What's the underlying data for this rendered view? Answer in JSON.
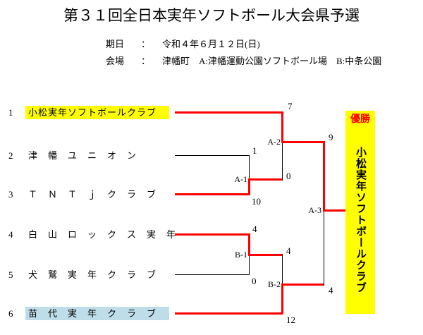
{
  "header": {
    "title": "第３１回全日本実年ソフトボール大会県予選",
    "date_label": "期日",
    "date_colon": "：",
    "date_value": "令和４年６月１２日(日)",
    "venue_label": "会場",
    "venue_colon": "：",
    "venue_value": "津幡町　A:津幡運動公園ソフトボール場　B:中条公園"
  },
  "teams": [
    {
      "seed": "1",
      "name": "小松実年ソフトボールクラブ",
      "highlight": "yellow",
      "advanced": true
    },
    {
      "seed": "2",
      "name": "津　幡　ユ　ニ　オ　ン",
      "highlight": "none",
      "advanced": false
    },
    {
      "seed": "3",
      "name": "Ｔ　Ｎ　Ｔ　ｊ　ク　ラ　ブ",
      "highlight": "none",
      "advanced": true
    },
    {
      "seed": "4",
      "name": "白　山　ロ　ッ　ク　ス　実　年",
      "highlight": "none",
      "advanced": true
    },
    {
      "seed": "5",
      "name": "犬　鷲　実　年　ク　ラ　ブ",
      "highlight": "none",
      "advanced": false
    },
    {
      "seed": "6",
      "name": "苗　代　実　年　ク　ラ　ブ",
      "highlight": "blue",
      "advanced": true
    }
  ],
  "matches": [
    {
      "id": "A-1",
      "label": "A-1",
      "top_score": "1",
      "bottom_score": "10",
      "winner": "bottom"
    },
    {
      "id": "A-2",
      "label": "A-2",
      "top_score": "7",
      "bottom_score": "0",
      "winner": "top"
    },
    {
      "id": "B-1",
      "label": "B-1",
      "top_score": "4",
      "bottom_score": "0",
      "winner": "top"
    },
    {
      "id": "B-2",
      "label": "B-2",
      "top_score": "4",
      "bottom_score": "12",
      "winner": "bottom"
    },
    {
      "id": "A-3",
      "label": "A-3",
      "top_score": "9",
      "bottom_score": "4",
      "winner": "top"
    }
  ],
  "winner": {
    "title": "優勝",
    "name": "小松実年ソフトボールクラブ"
  },
  "colors": {
    "advance_line": "#ff0000",
    "normal_line": "#000000",
    "highlight_yellow": "#ffff00",
    "highlight_blue": "#bfdde8",
    "winner_title": "#ff0000"
  }
}
